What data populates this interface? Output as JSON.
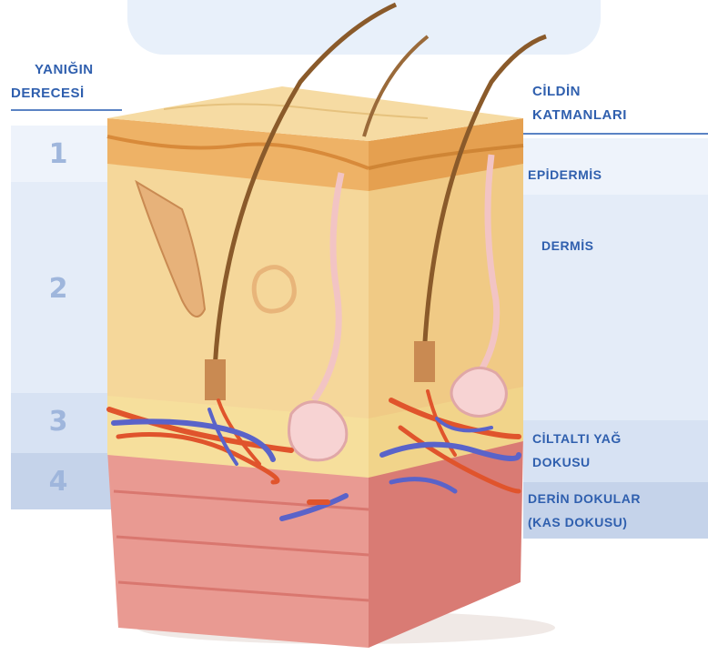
{
  "left_header": {
    "line1": "YANIĞIN",
    "line2": "DERECESİ"
  },
  "degrees": [
    "1",
    "2",
    "3",
    "4"
  ],
  "right_header": {
    "line1": "CİLDİN",
    "line2": "KATMANLARI"
  },
  "layers": {
    "epidermis": "EPİDERMİS",
    "dermis": "DERMİS",
    "subcutaneous_1": "CİLTALTI YAĞ",
    "subcutaneous_2": "DOKUSU",
    "deep_1": "DERİN DOKULAR",
    "deep_2": "(KAS DOKUSU)"
  },
  "colors": {
    "label_blue": "#2f5fae",
    "band_light": "#e9f0fb",
    "band_mid": "#dce6f6",
    "band_dark": "#c9d6ec",
    "skin_tan": "#f3cf8a",
    "epidermis_orange": "#e9a04a",
    "fat_yellow": "#f6dd95",
    "muscle_pink": "#e58a8a",
    "artery_red": "#e0542c",
    "vein_blue": "#5a63c9"
  }
}
